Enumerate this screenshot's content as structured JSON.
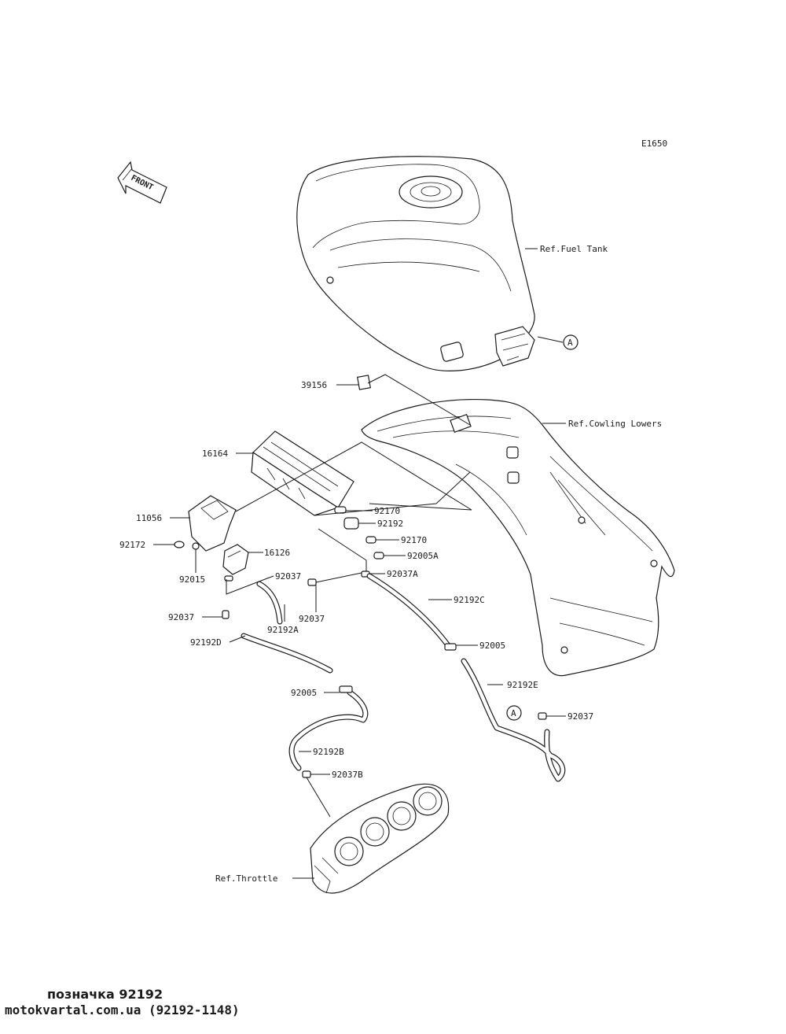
{
  "diagram": {
    "code": "E1650",
    "front_arrow_label": "FRONT",
    "refs": {
      "fuel_tank": "Ref.Fuel Tank",
      "cowling_lowers": "Ref.Cowling Lowers",
      "throttle": "Ref.Throttle"
    },
    "connector_marker": "A",
    "labels": {
      "p39156": "39156",
      "p16164": "16164",
      "p11056": "11056",
      "p92172": "92172",
      "p92015": "92015",
      "p16126": "16126",
      "p92170_top": "92170",
      "p92192": "92192",
      "p92170_bottom": "92170",
      "p92005A": "92005A",
      "p92037_left": "92037",
      "p92037A": "92037A",
      "p92037_mid": "92037",
      "p92192A": "92192A",
      "p92037_far": "92037",
      "p92192C": "92192C",
      "p92192D": "92192D",
      "p92005_right": "92005",
      "p92005_left": "92005",
      "p92192E": "92192E",
      "p92037_right": "92037",
      "p92192B": "92192B",
      "p92037B": "92037B"
    }
  },
  "footer": {
    "caption": "позначка 92192",
    "site": "motokvartal.com.ua (92192-1148)"
  }
}
